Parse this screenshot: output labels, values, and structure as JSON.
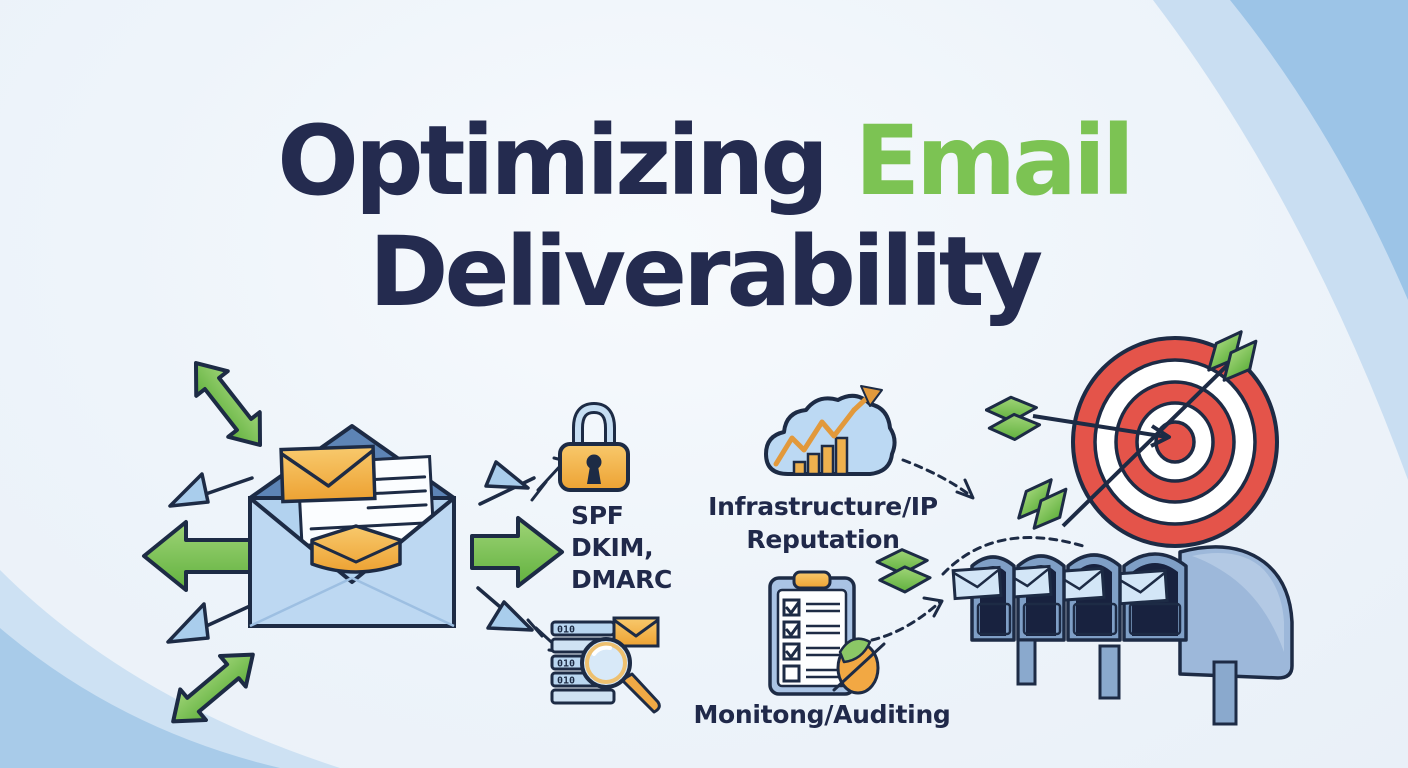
{
  "title": {
    "line1_dark": "Optimizing",
    "line1_green": "Email",
    "line2": "Deliverability"
  },
  "labels": {
    "authentication": "SPF\nDKIM,\nDMARC",
    "infrastructure": "Infrastructure/IP\nReputation",
    "monitoring": "Monitong/Auditing"
  },
  "server_labels": [
    "010",
    "010",
    "010"
  ],
  "icons": {
    "envelope_open": "open-envelope-with-letter-and-orange-mails",
    "padlock": "authentication-padlock",
    "cloud_analytics": "cloud-with-growth-chart-and-bars",
    "clipboard_checklist": "monitoring-checklist-clipboard",
    "server_search": "server-stack-with-magnifier-and-mail",
    "target": "bullseye-target-with-three-green-fletched-arrows",
    "mailboxes": "row-of-four-mailboxes-with-envelopes",
    "green_arrows": "double-headed-diagonal-arrows-left-arrow-right-arrow",
    "blue_triangle_arrows": "small-blue-triangle-arrows",
    "dashed_arrows": "dashed-flow-arrows"
  },
  "colors": {
    "navy_outline": "#1d2b45",
    "title_navy": "#242b4f",
    "title_green": "#7cc353",
    "arrow_green": "#6fbe4b",
    "orange": "#f2ac43",
    "light_blue": "#b2d2ef",
    "mid_blue": "#5d84b6",
    "target_red": "#e4544a",
    "mailbox_blue": "#7f9fc6",
    "background": "#eef4fa",
    "bg_band_dark": "#9cc4e7",
    "bg_band_light": "#c9def2"
  }
}
